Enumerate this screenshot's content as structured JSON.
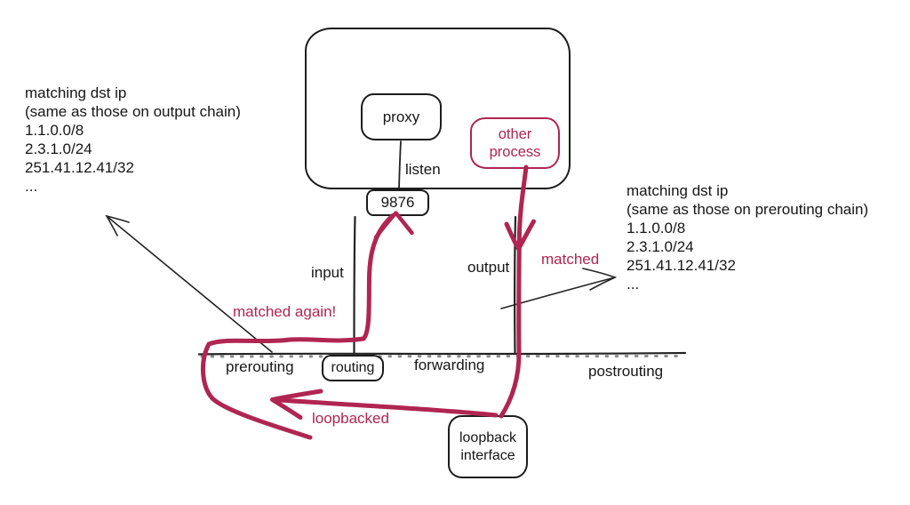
{
  "colors": {
    "ink": "#1c1c1c",
    "accent": "#b02551",
    "paper": "#ffffff"
  },
  "host": {
    "proxy_label": "proxy",
    "other_process_label": "other process",
    "listen_label": "listen",
    "port": "9876"
  },
  "chains": {
    "input": "input",
    "output": "output",
    "prerouting": "prerouting",
    "routing": "routing",
    "forwarding": "forwarding",
    "postrouting": "postrouting"
  },
  "loopback": {
    "label": "loopback interface"
  },
  "annotations": {
    "matched": "matched",
    "matched_again": "matched again!",
    "loopbacked": "loopbacked"
  },
  "notes": {
    "left": {
      "lines": [
        "matching dst ip",
        "(same as those on output chain)",
        "1.1.0.0/8",
        "2.3.1.0/24",
        "251.41.12.41/32",
        "..."
      ]
    },
    "right": {
      "lines": [
        "matching dst ip",
        "(same as those on prerouting chain)",
        "1.1.0.0/8",
        "2.3.1.0/24",
        "251.41.12.41/32",
        "..."
      ]
    }
  }
}
